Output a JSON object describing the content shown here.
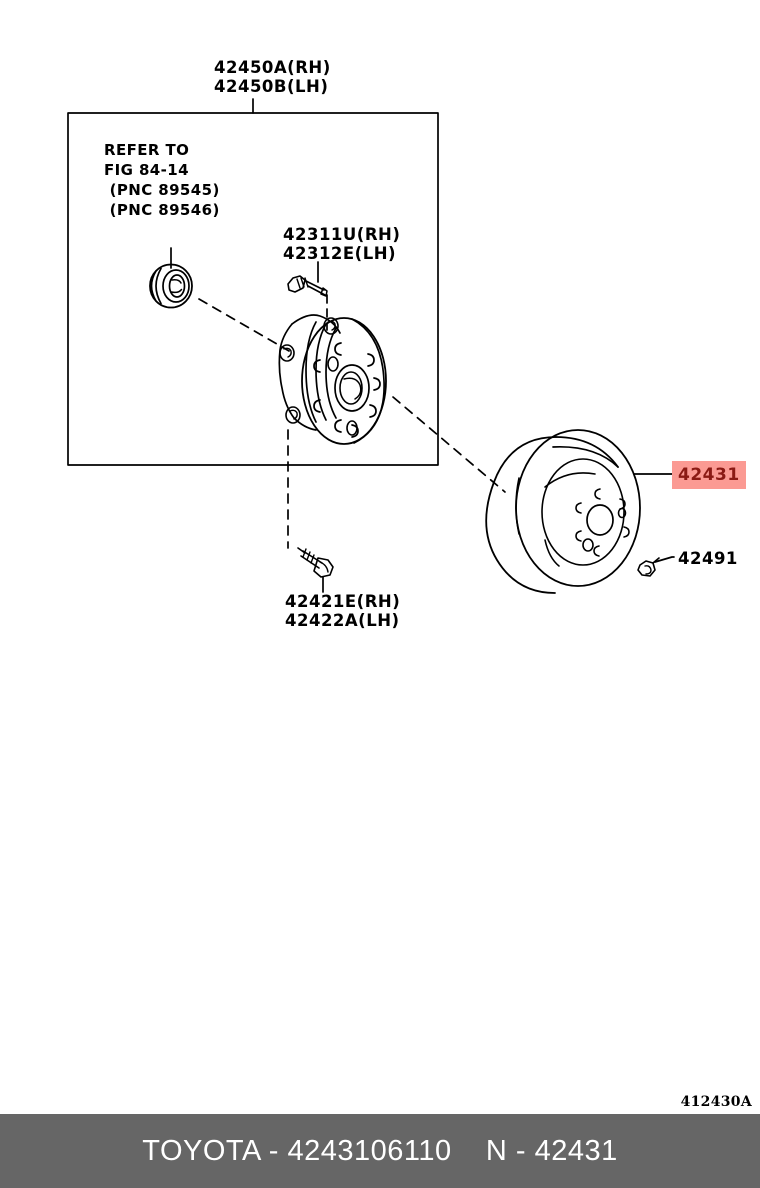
{
  "diagram": {
    "figure_id": "412430A",
    "group_box": {
      "note_lines": "REFER TO\nFIG 84-14\n (PNC 89545)\n (PNC 89546)"
    },
    "callouts": [
      {
        "id": "hub-bearing-assembly",
        "text": "42450A(RH)\n42450B(LH)",
        "highlighted": false
      },
      {
        "id": "hub-bolt-upper",
        "text": "42311U(RH)\n42312E(LH)",
        "highlighted": false
      },
      {
        "id": "hub-bolt-lower",
        "text": "42421E(RH)\n42422A(LH)",
        "highlighted": false
      },
      {
        "id": "brake-disc",
        "text": "42431",
        "highlighted": true
      },
      {
        "id": "disc-set-screw",
        "text": "42491",
        "highlighted": false
      }
    ],
    "highlight_colors": {
      "background": "#fb9a93",
      "text": "#8b1a14"
    }
  },
  "footer": {
    "text": "TOYOTA - 4243106110    N - 42431",
    "background": "#666666",
    "text_color": "#ffffff"
  }
}
